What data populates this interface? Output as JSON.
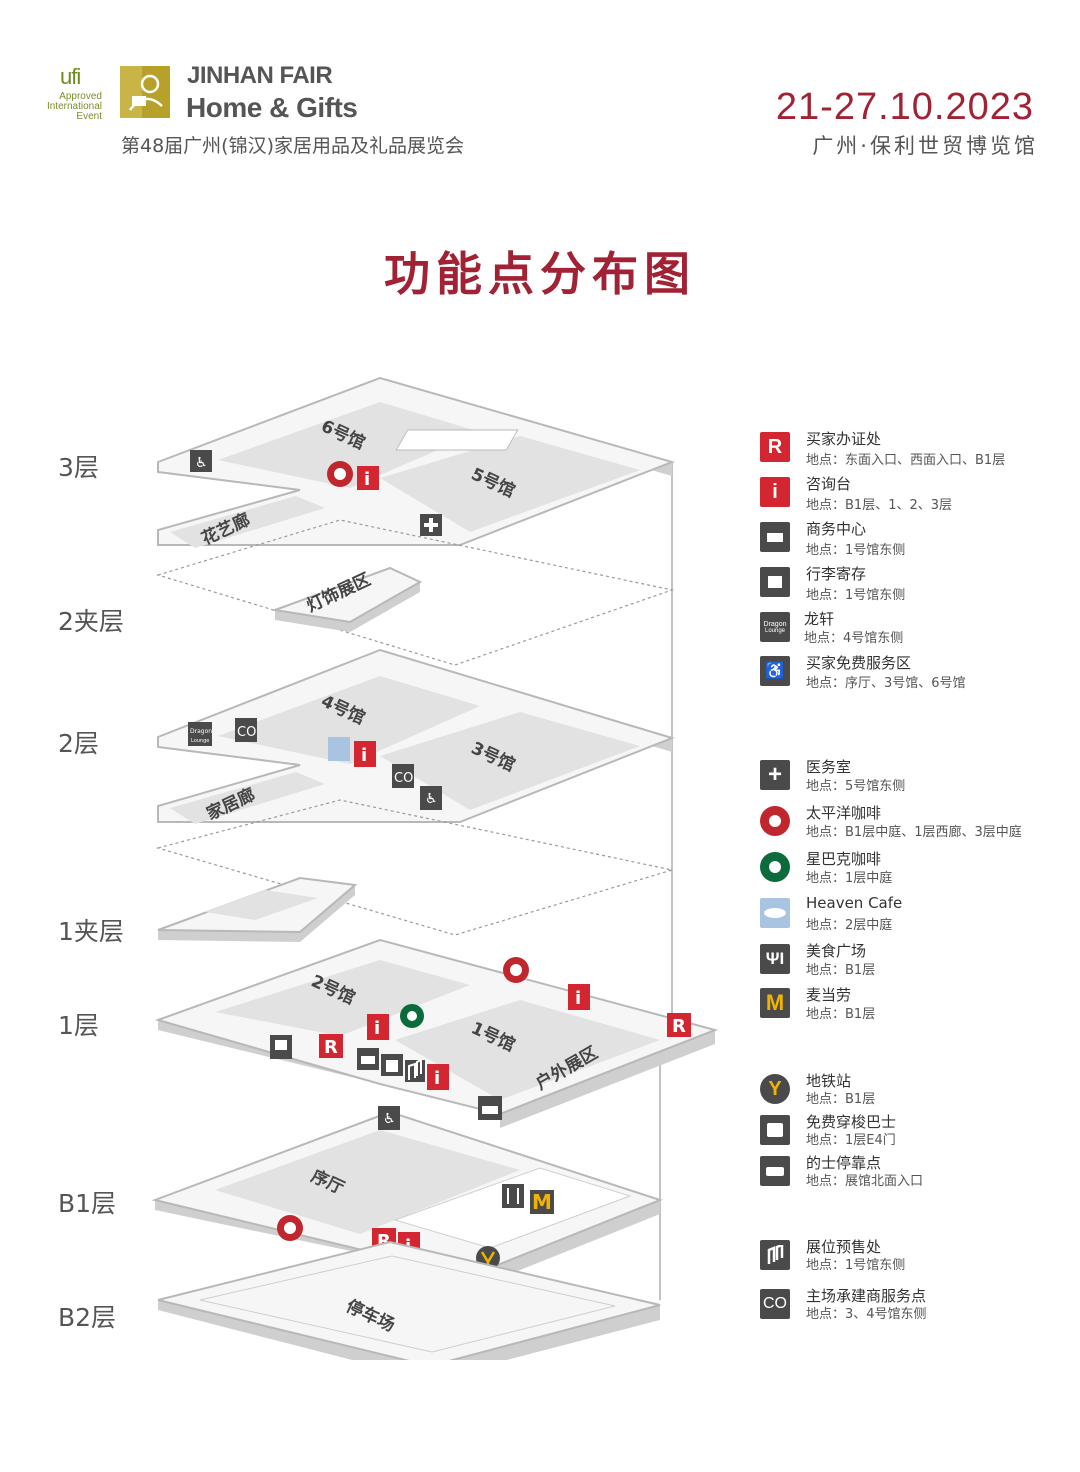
{
  "header": {
    "ufi_mark": "ufi",
    "ufi_text": [
      "Approved",
      "International",
      "Event"
    ],
    "brand_title": "JINHAN FAIR",
    "brand_subtitle": "Home & Gifts",
    "fair_name": "第48届广州(锦汉)家居用品及礼品展览会",
    "dates": "21-27.10.2023",
    "venue": "广州·保利世贸博览馆"
  },
  "title": "功能点分布图",
  "floors": [
    "3层",
    "2夹层",
    "2层",
    "1夹层",
    "1层",
    "B1层",
    "B2层"
  ],
  "map_labels": {
    "hall6": "6号馆",
    "hall5": "5号馆",
    "flower_corridor": "花艺廊",
    "lighting_zone": "灯饰展区",
    "hall4": "4号馆",
    "hall3": "3号馆",
    "home_corridor": "家居廊",
    "hall2": "2号馆",
    "hall1": "1号馆",
    "outdoor_zone": "户外展区",
    "lobby": "序厅",
    "parking": "停车场",
    "co": "CO",
    "r": "R",
    "i": "i",
    "dragon": "Dragon",
    "lounge": "Lounge"
  },
  "legend_groups": [
    [
      {
        "icon": "R",
        "color": "#d32630",
        "name": "买家办证处",
        "location": "地点：东面入口、西面入口、B1层"
      },
      {
        "icon": "i",
        "color": "#d32630",
        "name": "咨询台",
        "location": "地点：B1层、1、2、3层"
      },
      {
        "icon": "business",
        "color": "#4a4a4a",
        "name": "商务中心",
        "location": "地点：1号馆东侧"
      },
      {
        "icon": "luggage",
        "color": "#4a4a4a",
        "name": "行李寄存",
        "location": "地点：1号馆东侧"
      },
      {
        "icon": "dragon",
        "color": "#4a4a4a",
        "name": "龙轩",
        "location": "地点：4号馆东侧"
      },
      {
        "icon": "buyer-service",
        "color": "#4a4a4a",
        "name": "买家免费服务区",
        "location": "地点：序厅、3号馆、6号馆"
      }
    ],
    [
      {
        "icon": "medical",
        "color": "#4a4a4a",
        "name": "医务室",
        "location": "地点：5号馆东侧"
      },
      {
        "icon": "pacific-coffee",
        "color": "#c0262d",
        "name": "太平洋咖啡",
        "location": "地点：B1层中庭、1层西廊、3层中庭"
      },
      {
        "icon": "starbucks",
        "color": "#0b6b3a",
        "name": "星巴克咖啡",
        "location": "地点：1层中庭"
      },
      {
        "icon": "heaven-cafe",
        "color": "#a9c4e0",
        "name": "Heaven Cafe",
        "location": "地点：2层中庭"
      },
      {
        "icon": "food-court",
        "color": "#4a4a4a",
        "name": "美食广场",
        "location": "地点：B1层"
      },
      {
        "icon": "mcdonalds",
        "color": "#4a4a4a",
        "name": "麦当劳",
        "location": "地点：B1层"
      }
    ],
    [
      {
        "icon": "metro",
        "color": "#4a4a4a",
        "name": "地铁站",
        "location": "地点：B1层"
      },
      {
        "icon": "shuttle-bus",
        "color": "#4a4a4a",
        "name": "免费穿梭巴士",
        "location": "地点：1层E4门"
      },
      {
        "icon": "taxi",
        "color": "#4a4a4a",
        "name": "的士停靠点",
        "location": "地点：展馆北面入口"
      }
    ],
    [
      {
        "icon": "booth-presale",
        "color": "#4a4a4a",
        "name": "展位预售处",
        "location": "地点：1号馆东侧"
      },
      {
        "icon": "CO",
        "color": "#4a4a4a",
        "name": "主场承建商服务点",
        "location": "地点：3、4号馆东侧"
      }
    ]
  ],
  "colors": {
    "accent": "#a02234",
    "red_icon": "#d32630",
    "dark_icon": "#4a4a4a",
    "floor_fill": "#e4e4e4",
    "floor_edge": "#bdbdbd"
  }
}
